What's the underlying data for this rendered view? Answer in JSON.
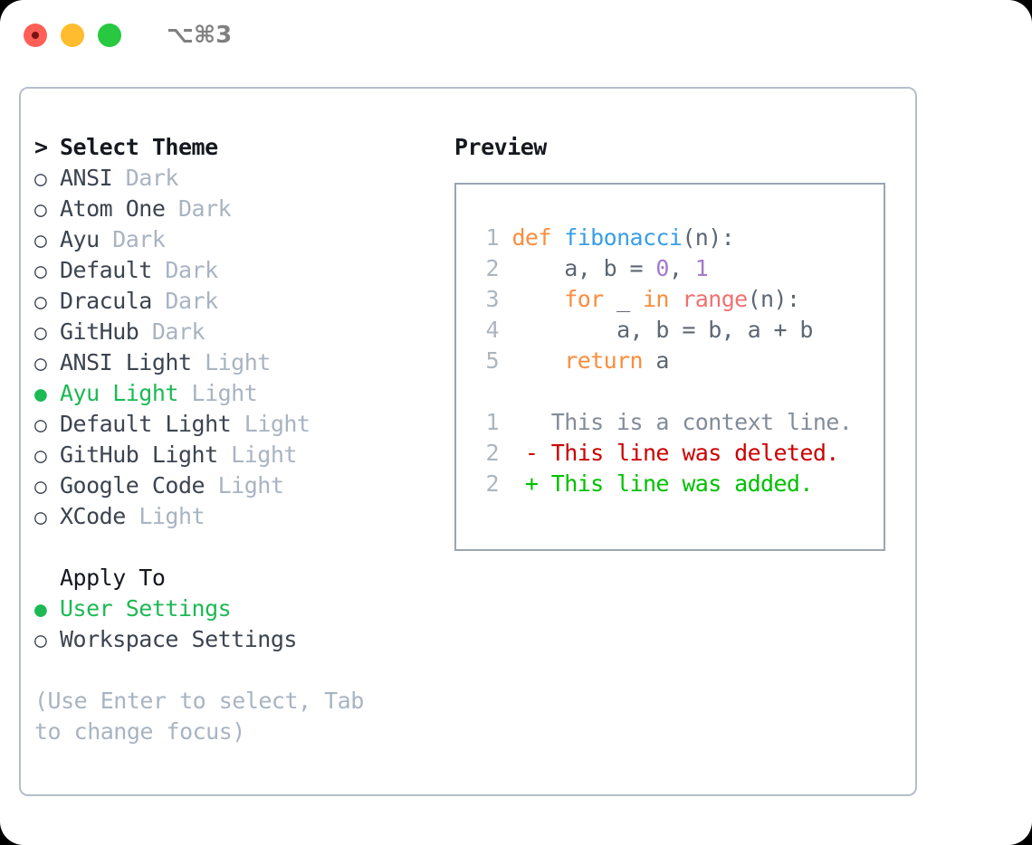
{
  "window": {
    "shortcut_label": "⌥⌘3",
    "traffic_lights": [
      "close",
      "minimize",
      "maximize"
    ],
    "colors": {
      "close": "#FF5F57",
      "minimize": "#FEBC2E",
      "maximize": "#28C840",
      "accent_green": "#1DB954",
      "muted": "#A9B4C2",
      "text": "#3C4450",
      "border": "#B6BECA"
    }
  },
  "theme_list": {
    "header_caret": ">",
    "header_label": "Select Theme",
    "items": [
      {
        "bullet": "○",
        "name": "ANSI",
        "variant": "Dark",
        "selected": false
      },
      {
        "bullet": "○",
        "name": "Atom One",
        "variant": "Dark",
        "selected": false
      },
      {
        "bullet": "○",
        "name": "Ayu",
        "variant": "Dark",
        "selected": false
      },
      {
        "bullet": "○",
        "name": "Default",
        "variant": "Dark",
        "selected": false
      },
      {
        "bullet": "○",
        "name": "Dracula",
        "variant": "Dark",
        "selected": false
      },
      {
        "bullet": "○",
        "name": "GitHub",
        "variant": "Dark",
        "selected": false
      },
      {
        "bullet": "○",
        "name": "ANSI Light",
        "variant": "Light",
        "selected": false
      },
      {
        "bullet": "●",
        "name": "Ayu Light",
        "variant": "Light",
        "selected": true
      },
      {
        "bullet": "○",
        "name": "Default Light",
        "variant": "Light",
        "selected": false
      },
      {
        "bullet": "○",
        "name": "GitHub Light",
        "variant": "Light",
        "selected": false
      },
      {
        "bullet": "○",
        "name": "Google Code",
        "variant": "Light",
        "selected": false
      },
      {
        "bullet": "○",
        "name": "XCode",
        "variant": "Light",
        "selected": false
      }
    ]
  },
  "apply_to": {
    "header_label": "Apply To",
    "items": [
      {
        "bullet": "●",
        "name": "User Settings",
        "selected": true
      },
      {
        "bullet": "○",
        "name": "Workspace Settings",
        "selected": false
      }
    ]
  },
  "hint": "(Use Enter to select, Tab to change focus)",
  "preview": {
    "title": "Preview",
    "code_lines": [
      {
        "number": "1",
        "tokens": [
          {
            "text": "def ",
            "type": "kw"
          },
          {
            "text": "fibonacci",
            "type": "fn"
          },
          {
            "text": "(n):",
            "type": "punct"
          }
        ]
      },
      {
        "number": "2",
        "tokens": [
          {
            "text": "    a, b = ",
            "type": "plain"
          },
          {
            "text": "0",
            "type": "num"
          },
          {
            "text": ", ",
            "type": "plain"
          },
          {
            "text": "1",
            "type": "num"
          }
        ]
      },
      {
        "number": "3",
        "tokens": [
          {
            "text": "    ",
            "type": "plain"
          },
          {
            "text": "for",
            "type": "kw"
          },
          {
            "text": " _ ",
            "type": "plain"
          },
          {
            "text": "in",
            "type": "kw"
          },
          {
            "text": " ",
            "type": "plain"
          },
          {
            "text": "range",
            "type": "builtin"
          },
          {
            "text": "(n):",
            "type": "punct"
          }
        ]
      },
      {
        "number": "4",
        "tokens": [
          {
            "text": "        a, b = b, a + b",
            "type": "plain"
          }
        ]
      },
      {
        "number": "5",
        "tokens": [
          {
            "text": "    ",
            "type": "plain"
          },
          {
            "text": "return",
            "type": "kw"
          },
          {
            "text": " a",
            "type": "plain"
          }
        ]
      }
    ],
    "diff_lines": [
      {
        "number": "1",
        "marker": "  ",
        "text": "This is a context line.",
        "type": "ctx"
      },
      {
        "number": "2",
        "marker": "- ",
        "text": "This line was deleted.",
        "type": "del"
      },
      {
        "number": "2",
        "marker": "+ ",
        "text": "This line was added.",
        "type": "add"
      }
    ]
  }
}
